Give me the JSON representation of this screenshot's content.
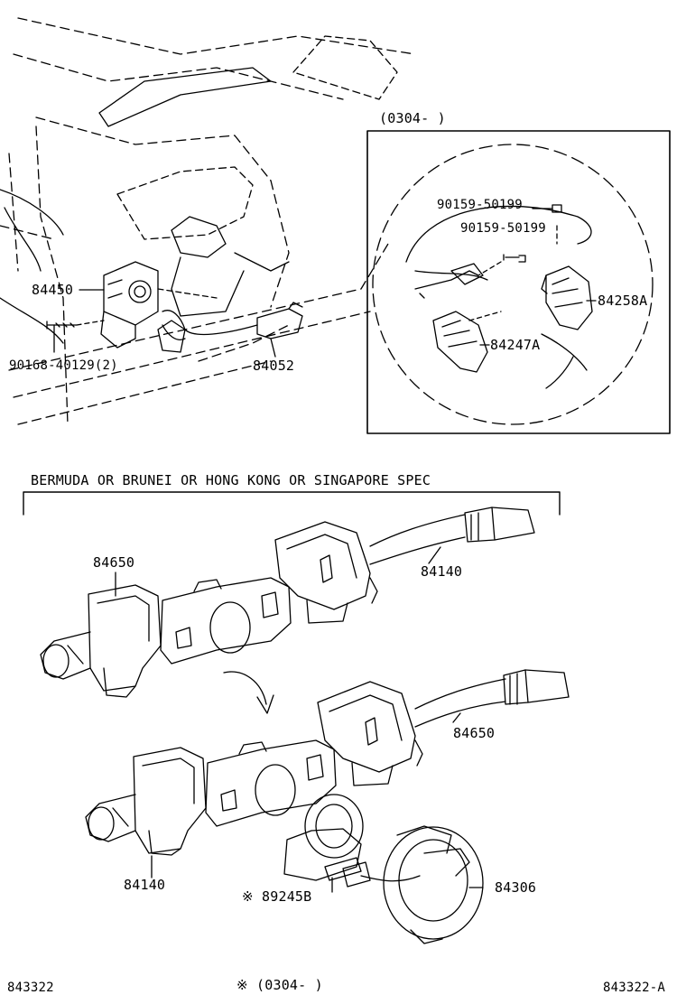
{
  "diagram": {
    "inset_date_range": "(0304-     )",
    "spec_note": "BERMUDA OR BRUNEI OR HONG KONG OR SINGAPORE SPEC",
    "parts": {
      "p84450": "84450",
      "p90168": "90168-40129(2)",
      "p84052": "84052",
      "p90159_a": "90159-50199",
      "p90159_b": "90159-50199",
      "p84258A": "84258A",
      "p84247A": "84247A",
      "p84650_upper": "84650",
      "p84140_upper": "84140",
      "p84650_lower": "84650",
      "p84140_lower": "84140",
      "p89245B": "※ 89245B",
      "p84306": "84306"
    },
    "footer": {
      "left_code": "843322",
      "center_note": "※ (0304-     )",
      "right_code": "843322-A"
    }
  }
}
